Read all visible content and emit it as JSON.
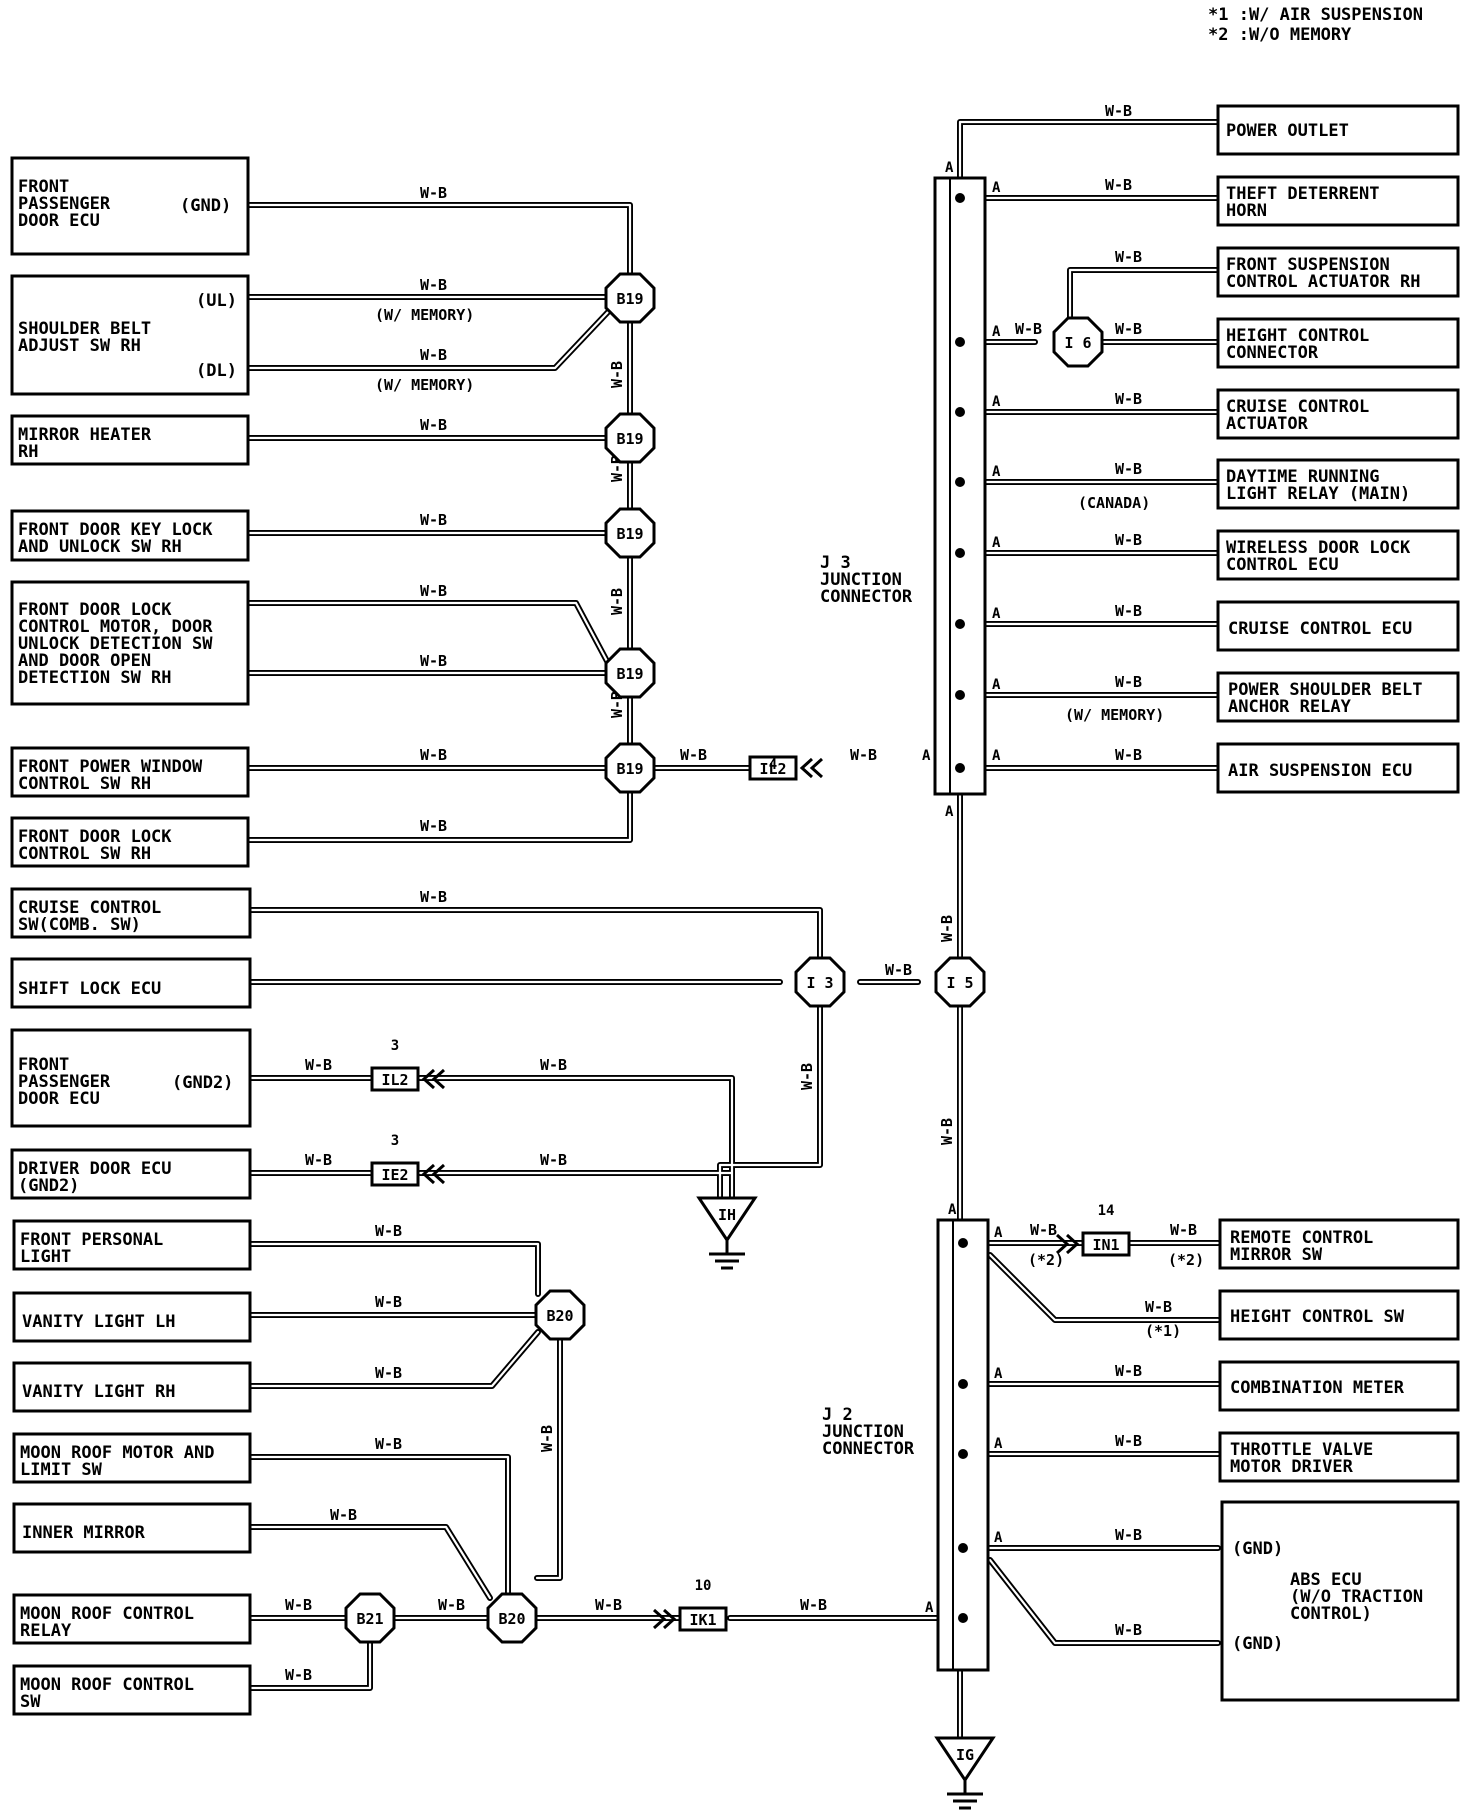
{
  "notes": [
    "*1 :W/ AIR SUSPENSION",
    "*2 :W/O MEMORY"
  ],
  "wire_color": "W-B",
  "left_components": [
    {
      "lines": [
        "FRONT",
        "PASSENGER",
        "DOOR ECU"
      ],
      "pins": [
        "(GND)"
      ]
    },
    {
      "lines": [
        "SHOULDER BELT",
        "ADJUST SW RH"
      ],
      "pins": [
        "(UL)",
        "(DL)"
      ]
    },
    {
      "lines": [
        "MIRROR HEATER",
        "RH"
      ],
      "pins": []
    },
    {
      "lines": [
        "FRONT DOOR KEY LOCK",
        "AND UNLOCK SW RH"
      ],
      "pins": []
    },
    {
      "lines": [
        "FRONT DOOR LOCK",
        "CONTROL MOTOR, DOOR",
        "UNLOCK DETECTION SW",
        "AND DOOR OPEN",
        "DETECTION SW RH"
      ],
      "pins": []
    },
    {
      "lines": [
        "FRONT POWER WINDOW",
        "CONTROL SW RH"
      ],
      "pins": []
    },
    {
      "lines": [
        "FRONT DOOR LOCK",
        "CONTROL SW RH"
      ],
      "pins": []
    },
    {
      "lines": [
        "CRUISE CONTROL",
        "SW(COMB. SW)"
      ],
      "pins": []
    },
    {
      "lines": [
        "SHIFT LOCK ECU"
      ],
      "pins": []
    },
    {
      "lines": [
        "FRONT",
        "PASSENGER",
        "DOOR ECU"
      ],
      "pins": [
        "(GND2)"
      ]
    },
    {
      "lines": [
        "DRIVER DOOR ECU",
        "(GND2)"
      ],
      "pins": []
    },
    {
      "lines": [
        "FRONT PERSONAL",
        "LIGHT"
      ],
      "pins": []
    },
    {
      "lines": [
        "VANITY LIGHT LH"
      ],
      "pins": []
    },
    {
      "lines": [
        "VANITY LIGHT RH"
      ],
      "pins": []
    },
    {
      "lines": [
        "MOON ROOF MOTOR AND",
        "LIMIT SW"
      ],
      "pins": []
    },
    {
      "lines": [
        "INNER MIRROR"
      ],
      "pins": []
    },
    {
      "lines": [
        "MOON ROOF CONTROL",
        "RELAY"
      ],
      "pins": []
    },
    {
      "lines": [
        "MOON ROOF CONTROL",
        "SW"
      ],
      "pins": []
    }
  ],
  "right_components": [
    {
      "lines": [
        "POWER OUTLET"
      ]
    },
    {
      "lines": [
        "THEFT DETERRENT",
        "HORN"
      ]
    },
    {
      "lines": [
        "FRONT SUSPENSION",
        "CONTROL ACTUATOR RH"
      ]
    },
    {
      "lines": [
        "HEIGHT CONTROL",
        "CONNECTOR"
      ]
    },
    {
      "lines": [
        "CRUISE CONTROL",
        "ACTUATOR"
      ]
    },
    {
      "lines": [
        "DAYTIME RUNNING",
        "LIGHT RELAY (MAIN)"
      ]
    },
    {
      "lines": [
        "WIRELESS DOOR LOCK",
        "CONTROL ECU"
      ]
    },
    {
      "lines": [
        "CRUISE CONTROL ECU"
      ]
    },
    {
      "lines": [
        "POWER SHOULDER BELT",
        "ANCHOR RELAY"
      ]
    },
    {
      "lines": [
        "AIR SUSPENSION ECU"
      ]
    },
    {
      "lines": [
        "REMOTE CONTROL",
        "MIRROR SW"
      ]
    },
    {
      "lines": [
        "HEIGHT CONTROL SW"
      ]
    },
    {
      "lines": [
        "COMBINATION METER"
      ]
    },
    {
      "lines": [
        "THROTTLE VALVE",
        "MOTOR DRIVER"
      ]
    },
    {
      "lines": [
        "ABS ECU",
        "(W/O TRACTION",
        "CONTROL)"
      ],
      "pins": [
        "(GND)",
        "(GND)"
      ]
    }
  ],
  "junctions": [
    {
      "id": "B19"
    },
    {
      "id": "B20"
    },
    {
      "id": "B21"
    },
    {
      "id": "I 3"
    },
    {
      "id": "I 5"
    },
    {
      "id": "I 6"
    }
  ],
  "junction_connectors": [
    {
      "code": "J 3",
      "lines": [
        "JUNCTION",
        "CONNECTOR"
      ]
    },
    {
      "code": "J 2",
      "lines": [
        "JUNCTION",
        "CONNECTOR"
      ]
    }
  ],
  "inline_connectors": [
    {
      "id": "IL2",
      "pin": "4"
    },
    {
      "id": "IL2",
      "pin": "3"
    },
    {
      "id": "IE2",
      "pin": "3"
    },
    {
      "id": "IN1",
      "pin": "14"
    },
    {
      "id": "IK1",
      "pin": "10"
    }
  ],
  "grounds": [
    {
      "id": "IH"
    },
    {
      "id": "IG"
    }
  ],
  "pin_letter": "A",
  "wire_notes": {
    "memory": "(W/ MEMORY)",
    "canada": "(CANADA)",
    "star1": "(*1)",
    "star2": "(*2)"
  }
}
